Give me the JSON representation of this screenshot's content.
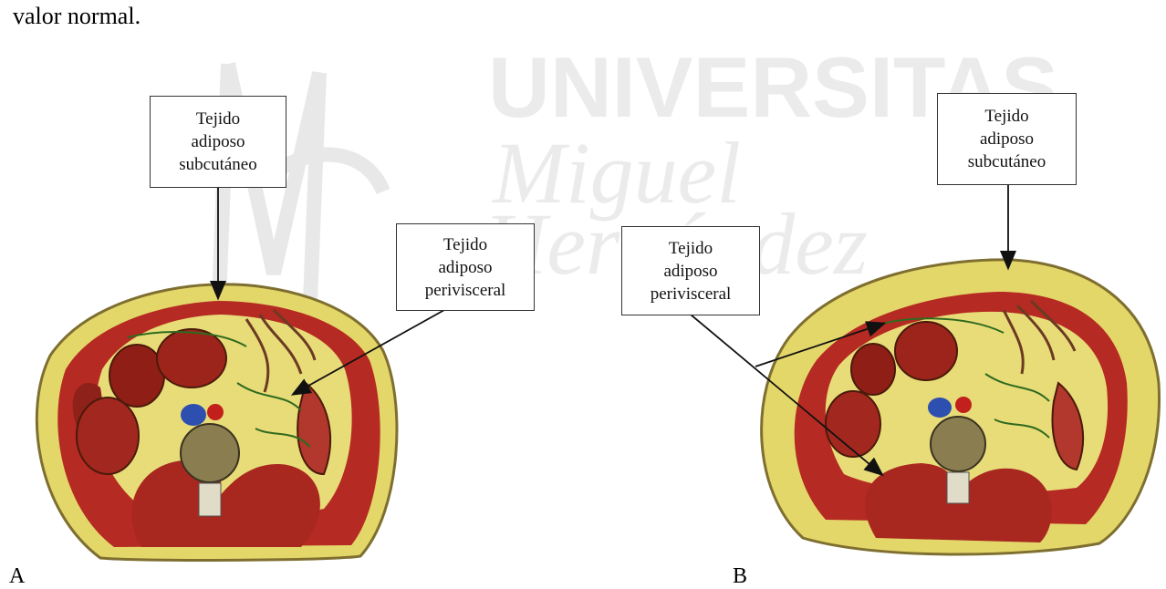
{
  "intro_text": "valor normal.",
  "watermark": {
    "line1": "UNIVERSITAS",
    "line2": "Miguel",
    "line3": "Hernández"
  },
  "panel_a": {
    "label": "A",
    "callout_subcutaneous": {
      "line1": "Tejido",
      "line2": "adiposo",
      "line3": "subcutáneo"
    },
    "callout_perivisceral": {
      "line1": "Tejido",
      "line2": "adiposo",
      "line3": "perivisceral"
    }
  },
  "panel_b": {
    "label": "B",
    "callout_subcutaneous": {
      "line1": "Tejido",
      "line2": "adiposo",
      "line3": "subcutáneo"
    },
    "callout_perivisceral": {
      "line1": "Tejido",
      "line2": "adiposo",
      "line3": "perivisceral"
    }
  },
  "colors": {
    "fat": "#e4d76a",
    "muscle": "#b52a22",
    "vein": "#2c4fb0",
    "artery": "#c2201c",
    "vertebra": "#8a7d4f",
    "watermark": "#e9e9e9"
  }
}
